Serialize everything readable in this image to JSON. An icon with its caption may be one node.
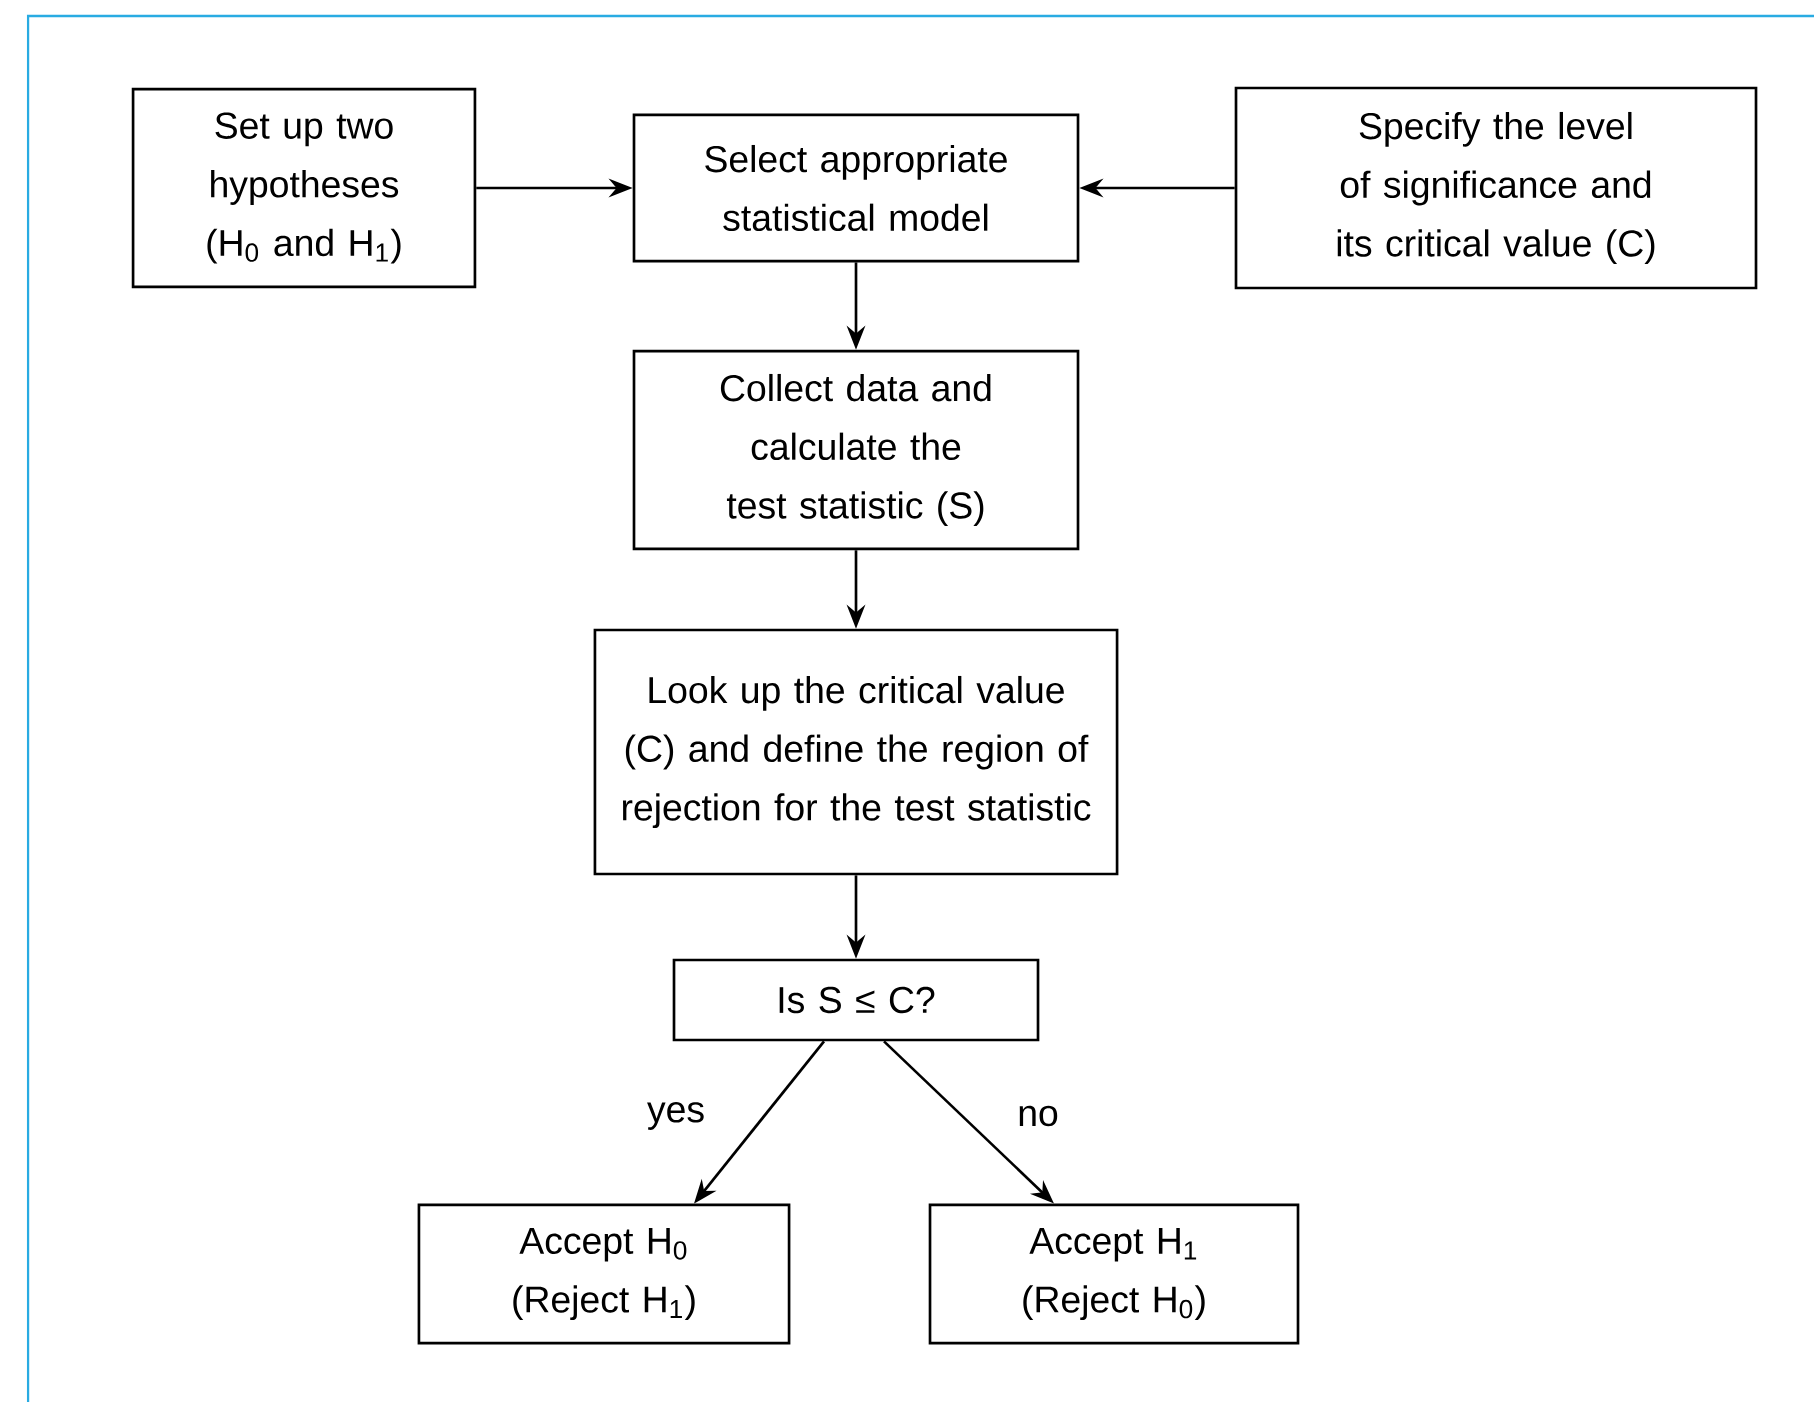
{
  "diagram": {
    "nodes": [
      {
        "text": [
          "Set up two hypotheses (H$_{0}$ and H$_{1}$)"
        ]
      },
      {
        "text": [
          "Select appropriate statistical model"
        ]
      },
      {
        "text": [
          "Specify the level of significance and its critical value (C)"
        ]
      },
      {
        "text": [
          "Collect data and calculate the test statistic (S)"
        ]
      },
      {
        "text": [
          "Look up the critical value (C) and define the region of rejection for the test statistic"
        ]
      },
      {
        "text": [
          "Is S ≤ C?"
        ]
      },
      {
        "text": [
          "Accept H$_{0}$ (Reject H$_{1}$)"
        ]
      },
      {
        "text": [
          "Accept H$_{1}$ (Reject H$_{0}$)"
        ]
      }
    ],
    "edges": [
      {
        "from": 0,
        "to": 1,
        "arrow": "to"
      },
      {
        "from": 2,
        "to": 1,
        "arrow": "to"
      },
      {
        "from": 1,
        "to": 3,
        "arrow": "to"
      },
      {
        "from": 3,
        "to": 4,
        "arrow": "to"
      },
      {
        "from": 4,
        "to": 5,
        "arrow": "to"
      },
      {
        "from": 5,
        "to": 6,
        "arrow": "to",
        "label": "yes"
      },
      {
        "from": 5,
        "to": 7,
        "arrow": "to",
        "label": "no"
      }
    ]
  }
}
